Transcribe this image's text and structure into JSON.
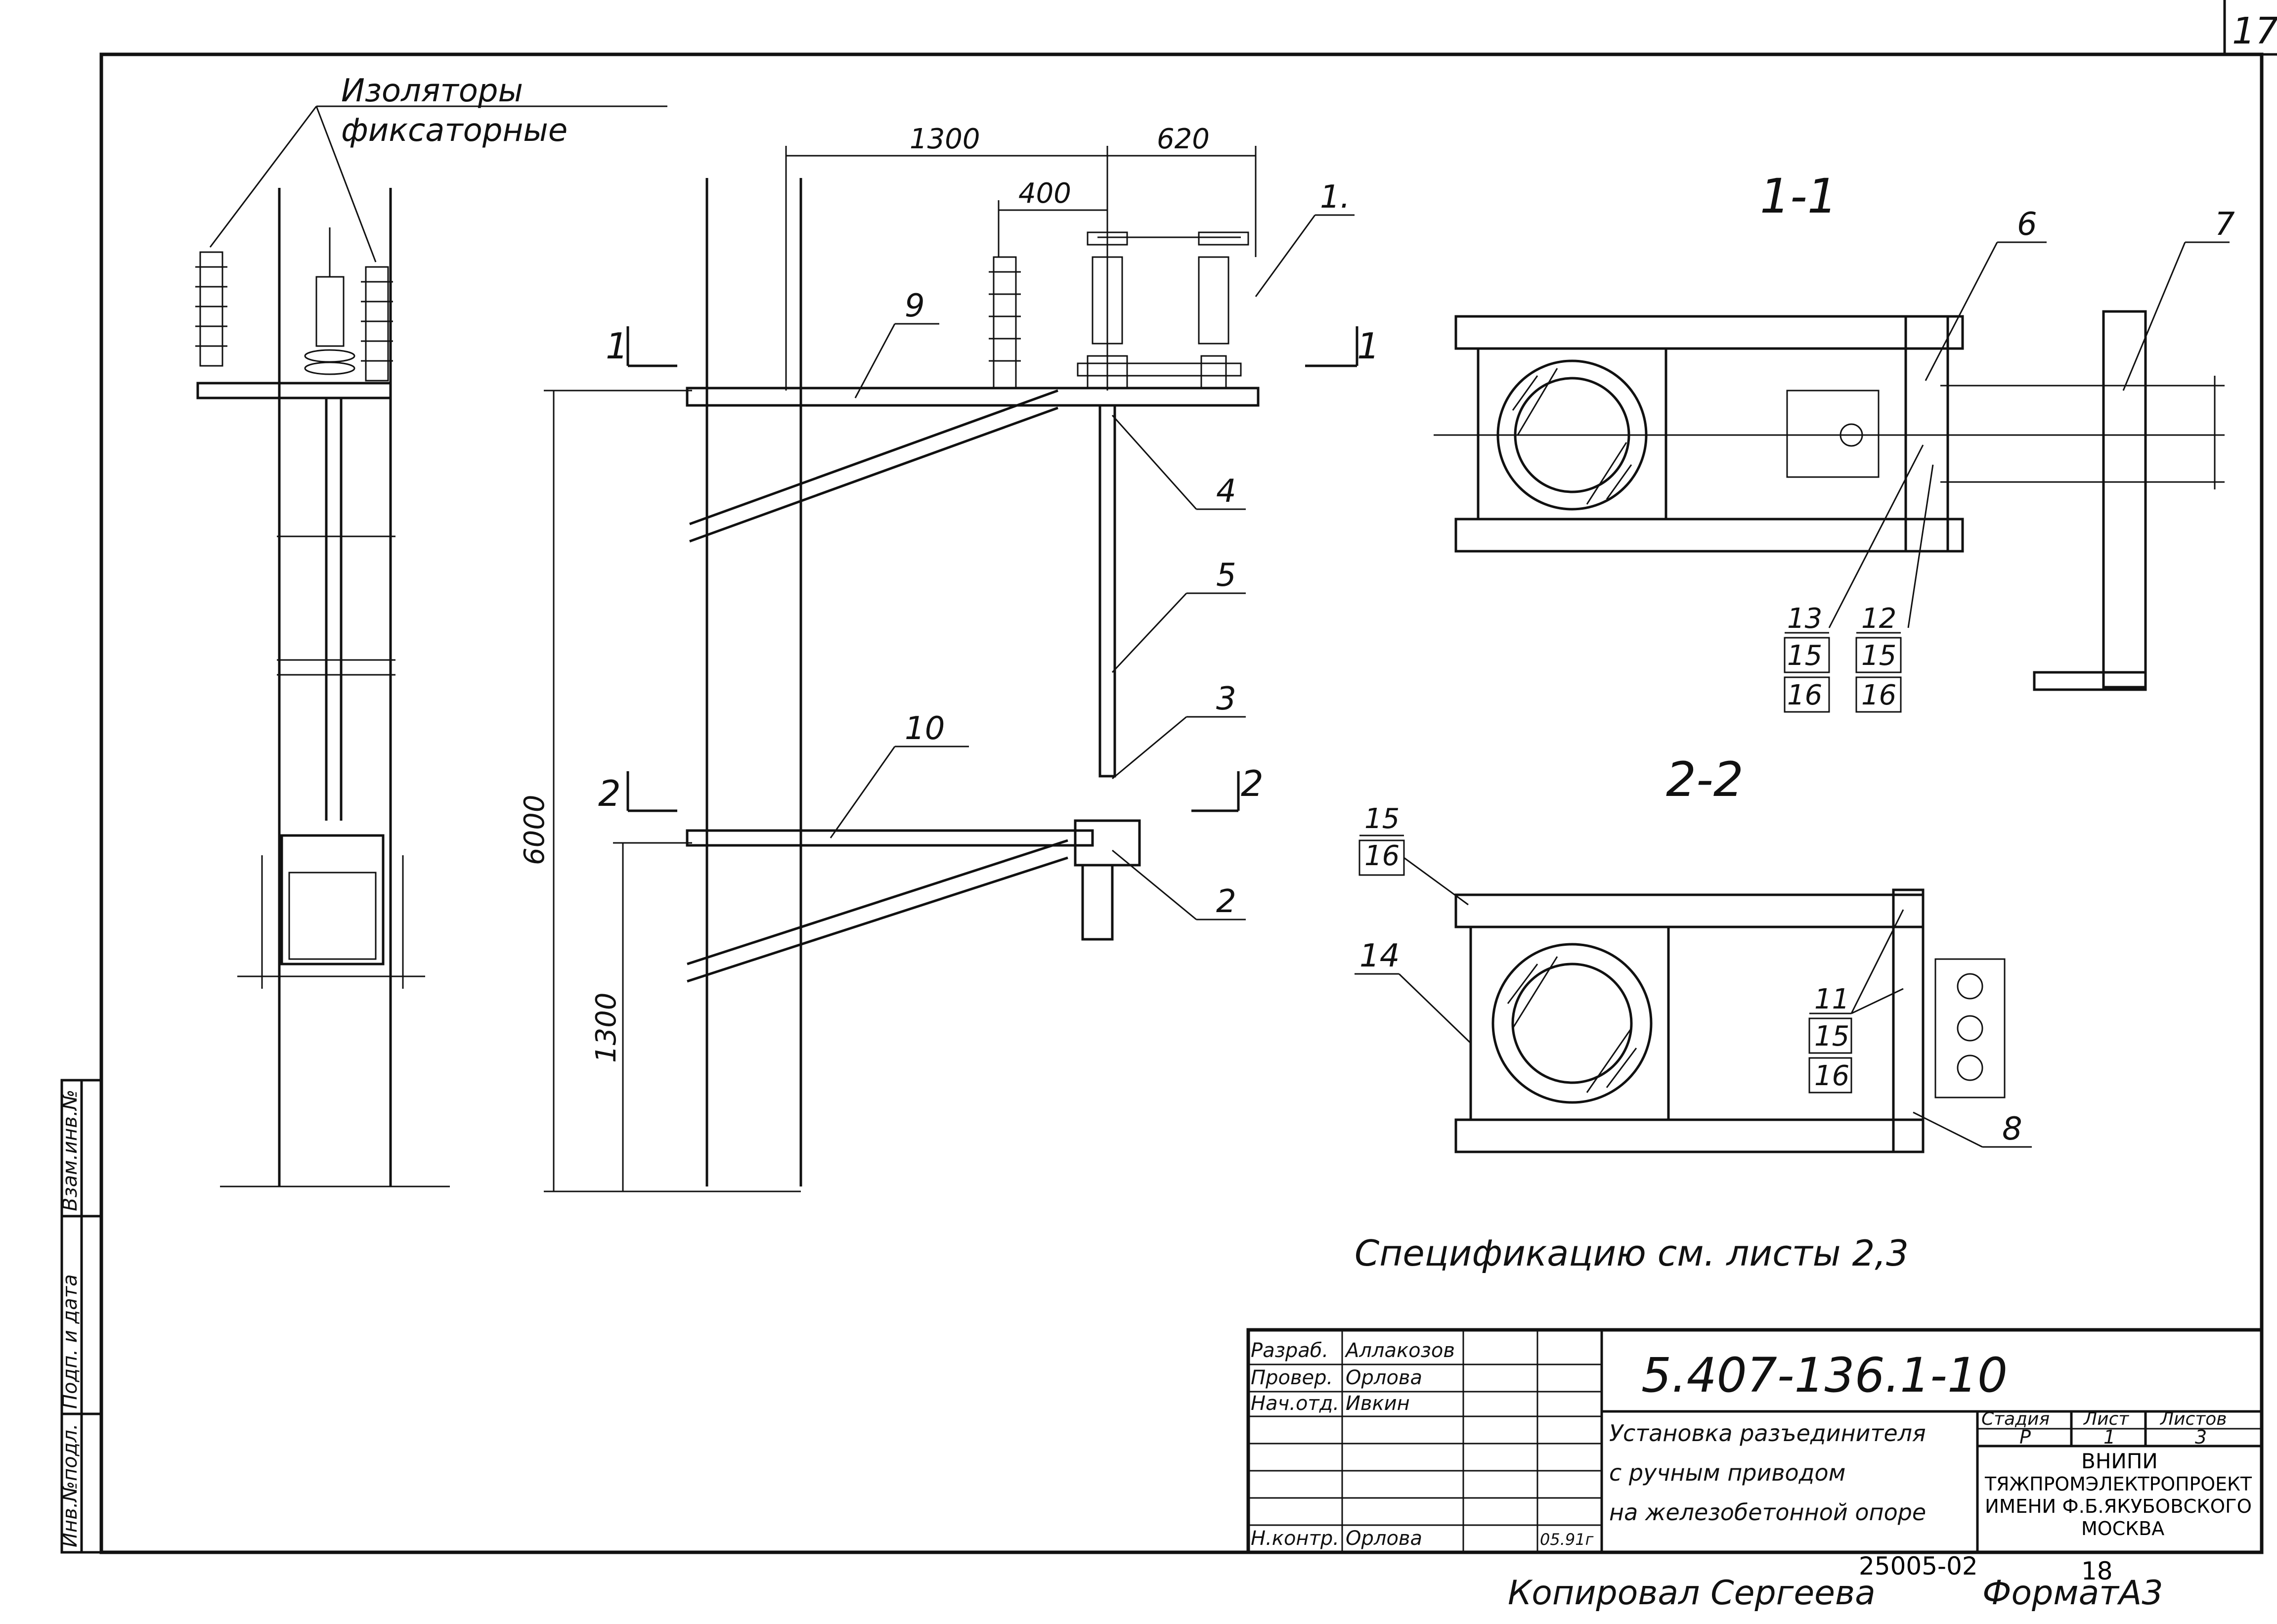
{
  "sheet": {
    "sheet_number": "17",
    "insulators_label_line1": "Изоляторы",
    "insulators_label_line2": "фиксаторные",
    "spec_note": "Спецификацию см. листы 2,3",
    "copied_by": "Копировал Сергеева",
    "order_number": "25005-02",
    "order_page": "18",
    "format": "ФорматА3"
  },
  "side_labels": {
    "inv_podl": "Инв.№подл.",
    "podp_data": "Подп. и дата",
    "vzam_inv": "Взам.инв.№"
  },
  "dimensions": {
    "d1300_top": "1300",
    "d620": "620",
    "d400": "400",
    "d6000": "6000",
    "d1300_side": "1300"
  },
  "sections": {
    "sec1": "1-1",
    "sec2": "2-2",
    "cut1_left": "1",
    "cut1_right": "1",
    "cut2_left": "2",
    "cut2_right": "2"
  },
  "callouts": {
    "c1": "1.",
    "c2": "2",
    "c3": "3",
    "c4": "4",
    "c5": "5",
    "c6": "6",
    "c7": "7",
    "c8": "8",
    "c9": "9",
    "c10": "10",
    "c14": "14",
    "s11_a": "13",
    "s11_b": "15",
    "s11_c": "16",
    "s12_a": "12",
    "s12_b": "15",
    "s12_c": "16",
    "s22_a": "15",
    "s22_b": "16",
    "s23_a": "11",
    "s23_b": "15",
    "s23_c": "16"
  },
  "title_block": {
    "doc_code": "5.407-136.1-10",
    "title_line1": "Установка разъединителя",
    "title_line2": "с ручным приводом",
    "title_line3": "на железобетонной опоре",
    "stage_header": "Стадия",
    "sheet_header": "Лист",
    "sheets_header": "Листов",
    "stage": "Р",
    "sheet": "1",
    "sheets": "3",
    "org_line1": "ВНИПИ",
    "org_line2": "ТЯЖПРОМЭЛЕКТРОПРОЕКТ",
    "org_line3": "ИМЕНИ Ф.Б.ЯКУБОВСКОГО",
    "org_line4": "МОСКВА",
    "rows": [
      {
        "role": "Разраб.",
        "name": "Аллакозов",
        "date": ""
      },
      {
        "role": "Провер.",
        "name": "Орлова",
        "date": ""
      },
      {
        "role": "Нач.отд.",
        "name": "Ивкин",
        "date": ""
      },
      {
        "role": "Н.контр.",
        "name": "Орлова",
        "date": "05.91г"
      }
    ]
  }
}
